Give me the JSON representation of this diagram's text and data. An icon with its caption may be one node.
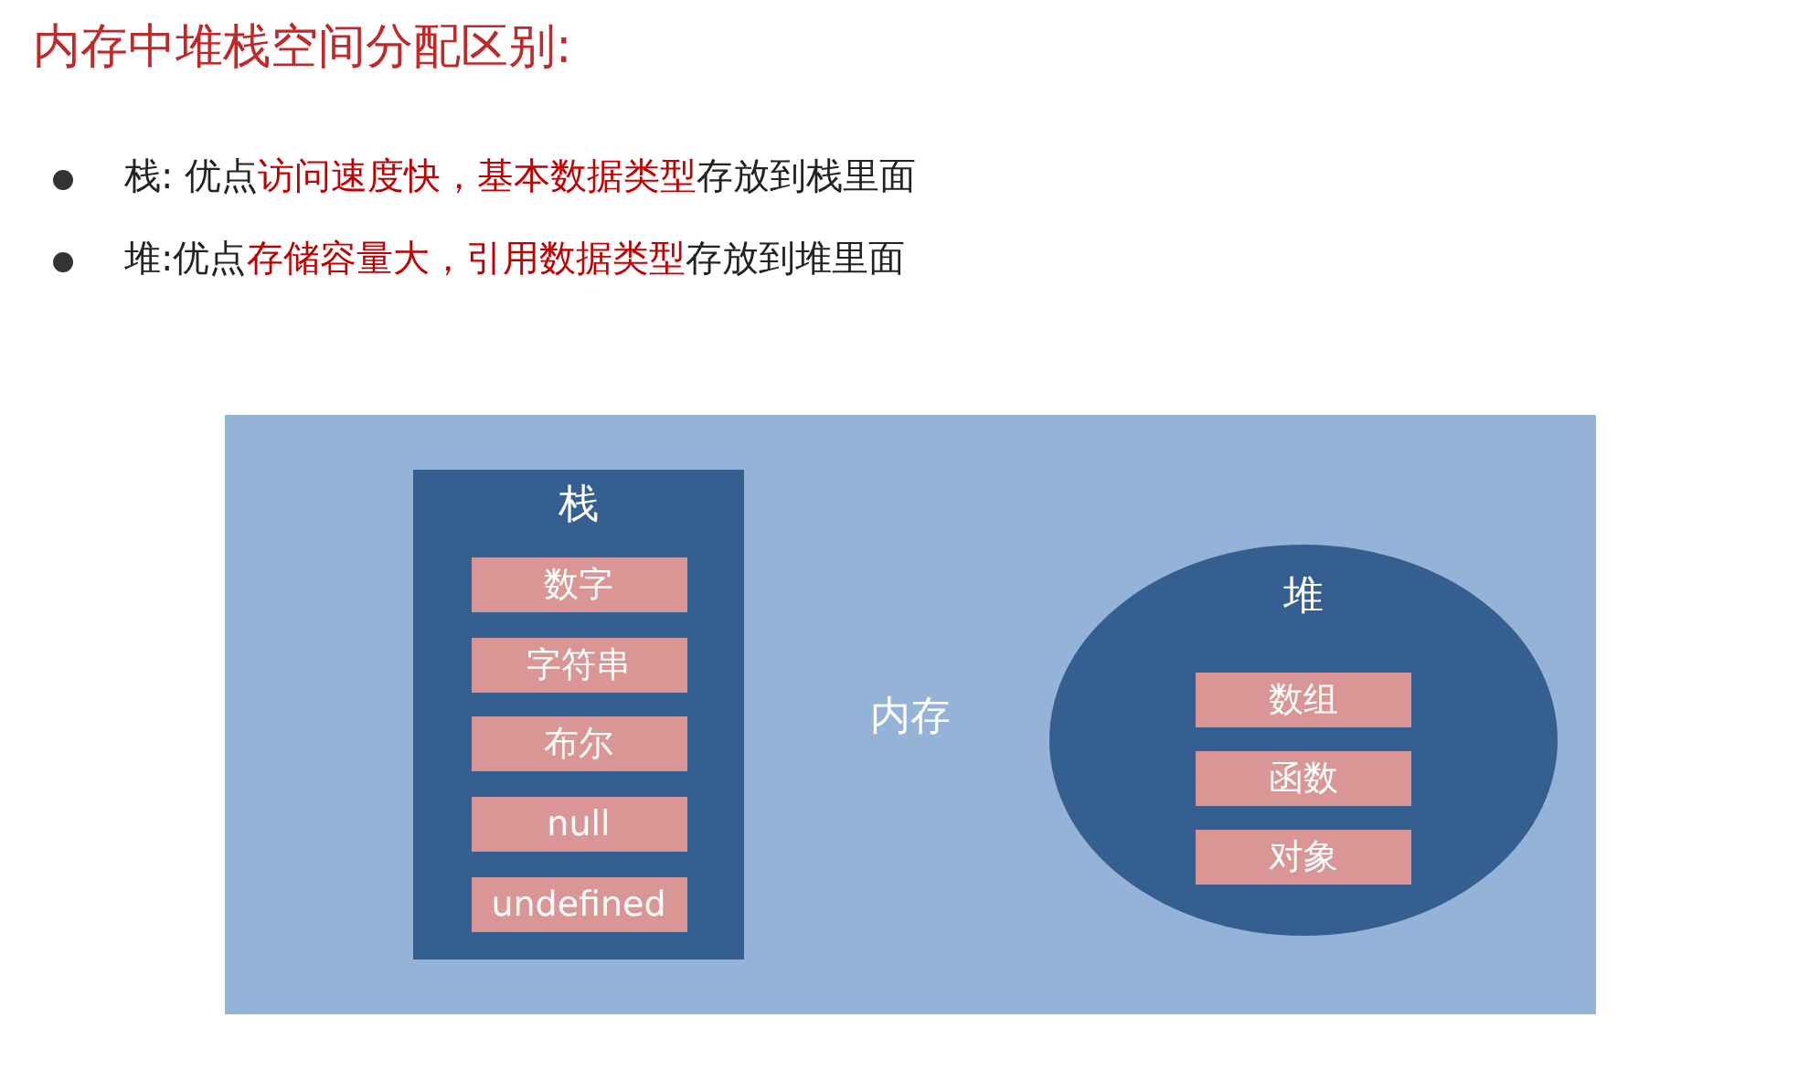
{
  "diagram": {
    "title": "内存中堆栈空间分配区别:",
    "nodes": [
      {
        "text": [
          "内存"
        ]
      },
      {
        "text": [
          "栈"
        ],
        "in": 0
      },
      {
        "text": [
          "数字"
        ],
        "in": 1
      },
      {
        "text": [
          "字符串"
        ],
        "in": 1
      },
      {
        "text": [
          "布尔"
        ],
        "in": 1
      },
      {
        "text": [
          "null"
        ],
        "in": 1
      },
      {
        "text": [
          "undefined"
        ],
        "in": 1
      },
      {
        "text": [
          "堆"
        ],
        "in": 0
      },
      {
        "text": [
          "数组"
        ],
        "in": 7
      },
      {
        "text": [
          "函数"
        ],
        "in": 7
      },
      {
        "text": [
          "对象"
        ],
        "in": 7
      }
    ],
    "edges": [],
    "labels": [
      "栈: 优点**访问速度快，基本数据类型**存放到栈里面",
      "堆:优点**存储容量大，引用数据类型**存放到堆里面"
    ]
  }
}
